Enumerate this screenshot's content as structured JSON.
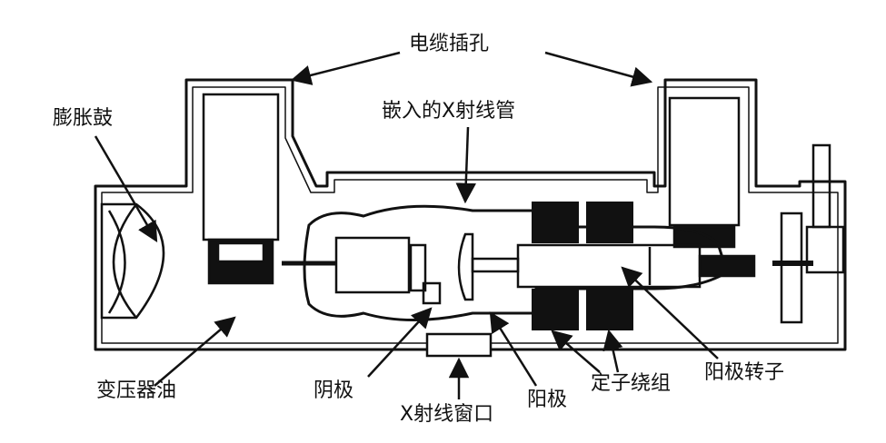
{
  "labels": {
    "cable_socket": "电缆插孔",
    "expansion_drum": "膨胀鼓",
    "embedded_xray_tube": "嵌入的X射线管",
    "transformer_oil": "变压器油",
    "cathode": "阴极",
    "xray_window": "X射线窗口",
    "anode": "阳极",
    "stator_winding": "定子绕组",
    "anode_rotor": "阳极转子"
  },
  "colors": {
    "ink": "#111111",
    "background": "#ffffff"
  }
}
